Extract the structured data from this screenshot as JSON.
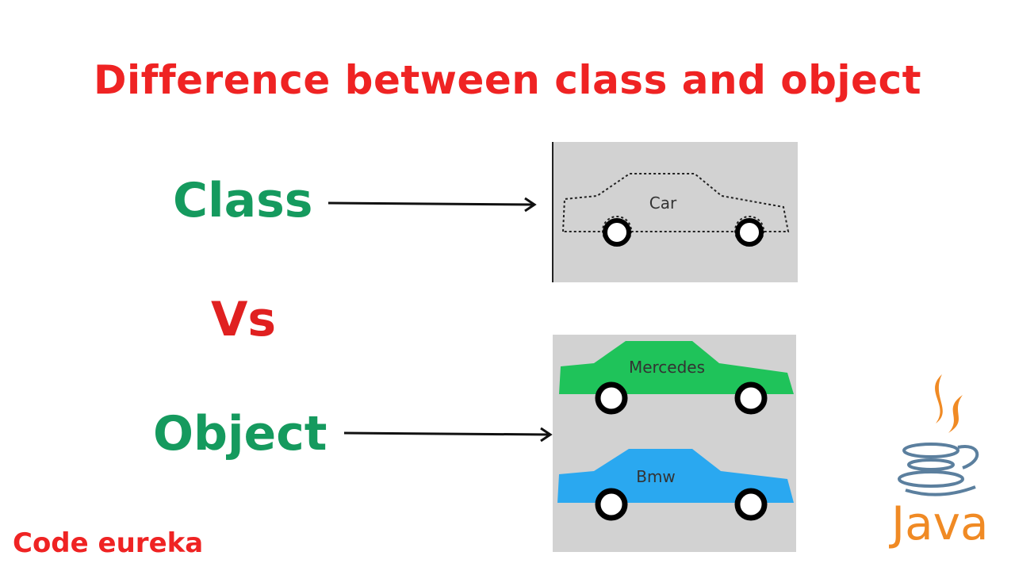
{
  "title": "Difference between class and object",
  "labels": {
    "class": "Class",
    "vs": "Vs",
    "object": "Object"
  },
  "class_car": {
    "name": "Car"
  },
  "objects": [
    {
      "name": "Mercedes",
      "color": "#1fc35a"
    },
    {
      "name": "Bmw",
      "color": "#2aa8f0"
    }
  ],
  "brand": "Code eureka",
  "logo": {
    "name": "Java",
    "icon": "java-coffee-cup-icon"
  },
  "colors": {
    "title": "#ef2323",
    "label": "#159a5e",
    "panel": "#d2d2d2",
    "java_orange": "#f08a24",
    "java_blue": "#5b7f9e"
  }
}
